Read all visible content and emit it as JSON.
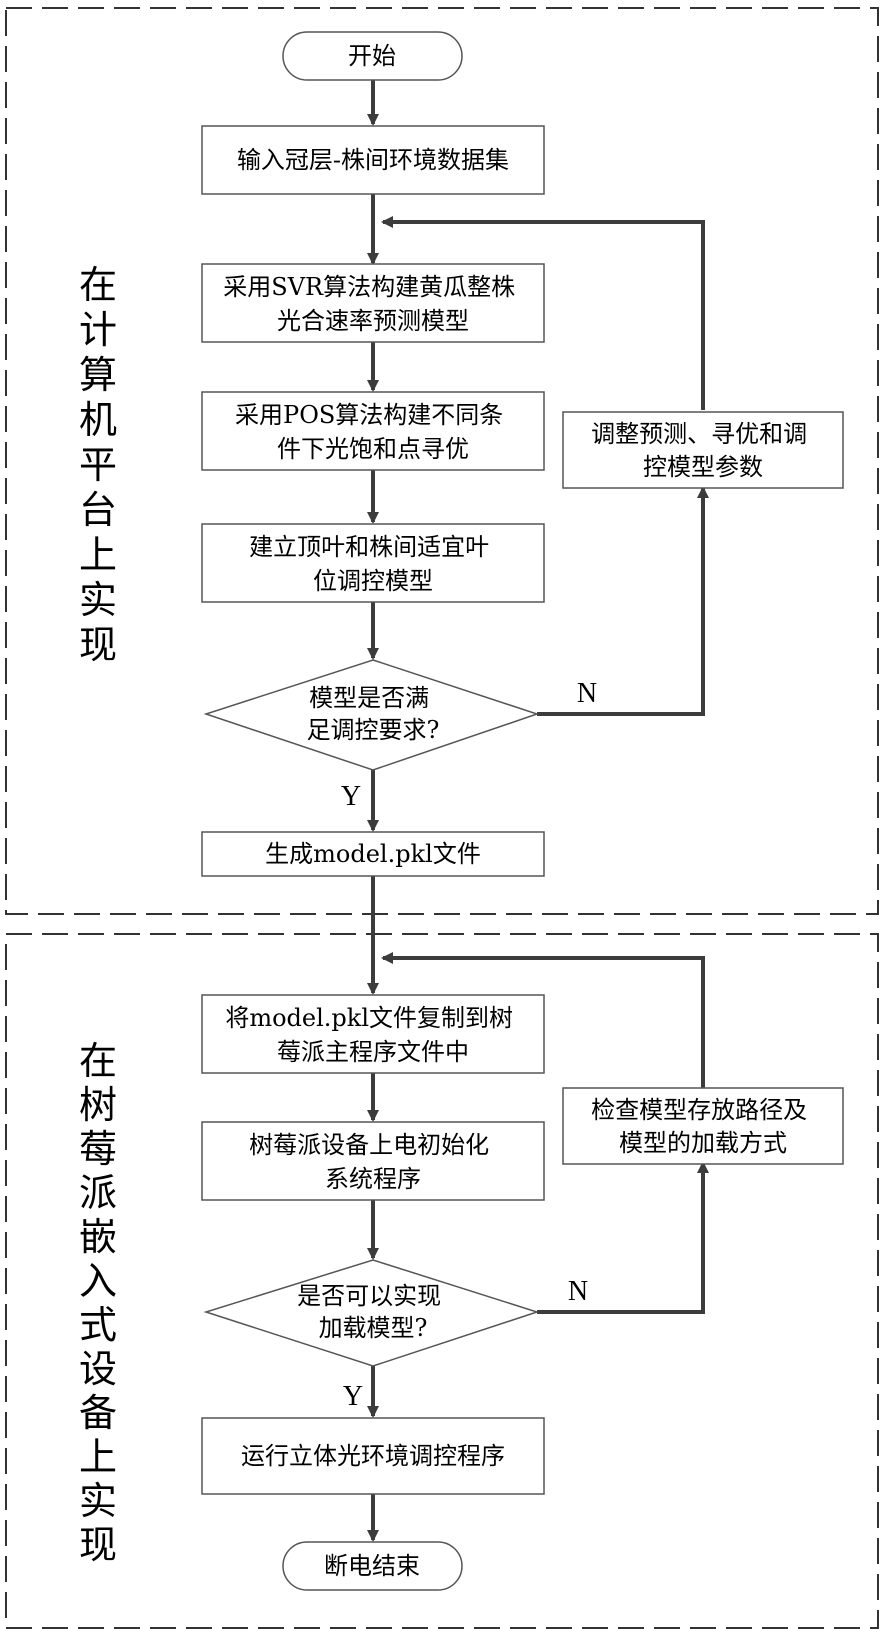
{
  "sections": {
    "top_label": "在计算机平台上实现",
    "bottom_label": "在树莓派嵌入式设备上实现"
  },
  "nodes": {
    "start": "开始",
    "input_dataset": "输入冠层-株间环境数据集",
    "svr_model": [
      "采用SVR算法构建黄瓜整株",
      "光合速率预测模型"
    ],
    "pos_optimize": [
      "采用POS算法构建不同条",
      "件下光饱和点寻优"
    ],
    "regulation_model": [
      "建立顶叶和株间适宜叶",
      "位调控模型"
    ],
    "decision_requirements": [
      "模型是否满",
      "足调控要求?"
    ],
    "adjust_params": [
      "调整预测、寻优和调",
      "控模型参数"
    ],
    "generate_file": "生成model.pkl文件",
    "copy_file": [
      "将model.pkl文件复制到树",
      "莓派主程序文件中"
    ],
    "power_on_init": [
      "树莓派设备上电初始化",
      "系统程序"
    ],
    "decision_load": [
      "是否可以实现",
      "加载模型?"
    ],
    "check_path": [
      "检查模型存放路径及",
      "模型的加载方式"
    ],
    "run_program": "运行立体光环境调控程序",
    "end": "断电结束"
  },
  "edge_labels": {
    "no_1": "N",
    "yes_1": "Y",
    "no_2": "N",
    "yes_2": "Y"
  }
}
